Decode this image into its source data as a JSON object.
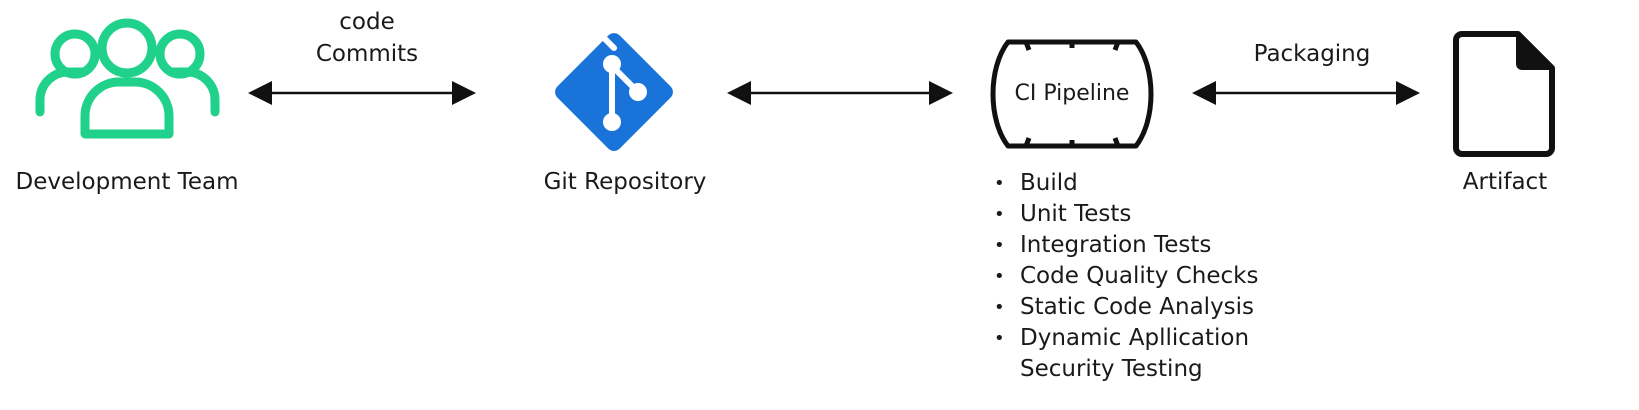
{
  "nodes": {
    "team": {
      "label": "Development Team",
      "icon": "users-group-icon"
    },
    "repo": {
      "label": "Git Repository",
      "icon": "git-logo-icon"
    },
    "ci": {
      "label": "CI Pipeline",
      "icon": "pipeline-cylinder-icon"
    },
    "artifact": {
      "label": "Artifact",
      "icon": "document-file-icon"
    }
  },
  "edges": {
    "team_repo": {
      "label_line1": "code",
      "label_line2": "Commits"
    },
    "repo_ci": {
      "label": ""
    },
    "ci_artifact": {
      "label": "Packaging"
    }
  },
  "ci_steps": [
    "Build",
    "Unit Tests",
    "Integration Tests",
    "Code Quality Checks",
    "Static Code Analysis",
    "Dynamic Apllication",
    "Security Testing"
  ],
  "bullet_char": "•",
  "colors": {
    "team_icon": "#1fd18a",
    "git_blue": "#1a73d9",
    "line": "#111111"
  }
}
